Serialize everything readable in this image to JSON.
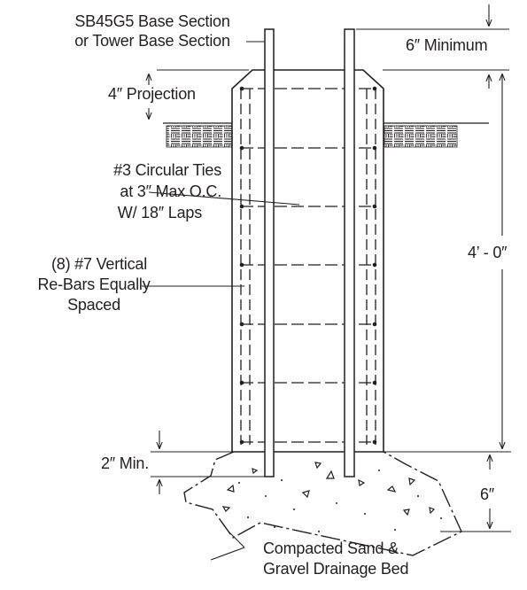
{
  "labels": {
    "base_section_1": "SB45G5 Base Section",
    "base_section_2": "or Tower Base Section",
    "minimum": "6″ Minimum",
    "projection": "4″ Projection",
    "ties_1": "#3 Circular Ties",
    "ties_2": "at 3″ Max O.C.",
    "ties_3": "W/ 18″ Laps",
    "rebar_1": "(8) #7 Vertical",
    "rebar_2": "Re-Bars Equally",
    "rebar_3": "Spaced",
    "depth": "4’ - 0″",
    "min2": "2″ Min.",
    "bed_depth": "6″",
    "bed_1": "Compacted Sand &",
    "bed_2": "Gravel Drainage Bed"
  },
  "colors": {
    "ink": "#231f20",
    "background": "#ffffff"
  },
  "icons": {
    "dimension_arrow": "arrow",
    "ground_hatch": "earth-pattern",
    "aggregate": "gravel-triangles"
  }
}
